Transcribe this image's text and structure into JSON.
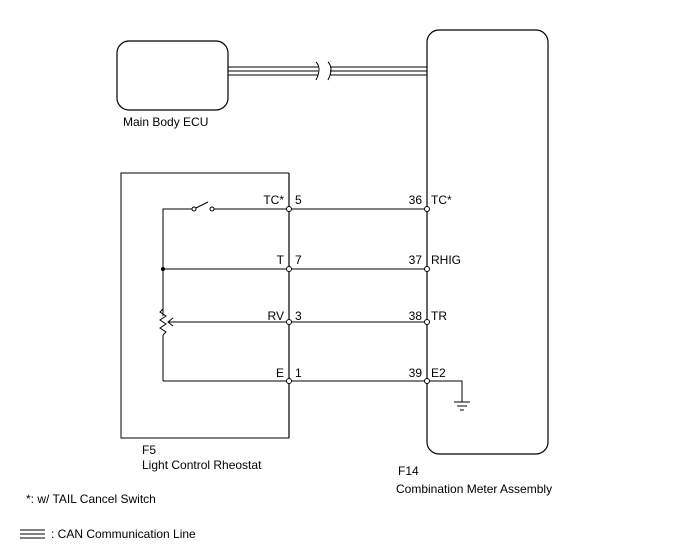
{
  "components": {
    "main_body_ecu": {
      "label": "Main Body ECU"
    },
    "rheostat": {
      "connector": "F5",
      "label": "Light Control Rheostat"
    },
    "meter": {
      "connector": "F14",
      "label": "Combination Meter Assembly"
    }
  },
  "rheostat_pins": [
    {
      "name": "TC*",
      "number": "5"
    },
    {
      "name": "T",
      "number": "7"
    },
    {
      "name": "RV",
      "number": "3"
    },
    {
      "name": "E",
      "number": "1"
    }
  ],
  "meter_pins": [
    {
      "number": "36",
      "name": "TC*"
    },
    {
      "number": "37",
      "name": "RHIG"
    },
    {
      "number": "38",
      "name": "TR"
    },
    {
      "number": "39",
      "name": "E2"
    }
  ],
  "notes": {
    "footnote": "*: w/ TAIL Cancel Switch",
    "legend": ": CAN Communication Line"
  }
}
